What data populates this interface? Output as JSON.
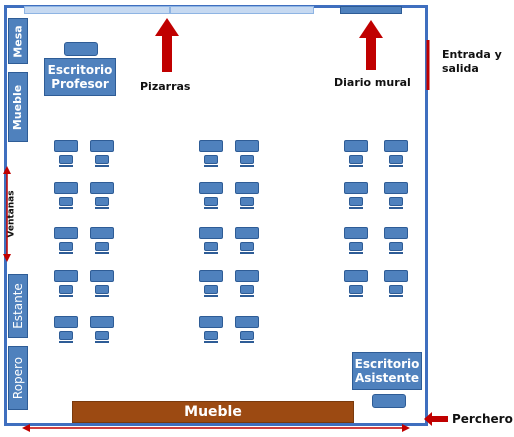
{
  "colors": {
    "wall": "#3f6fbf",
    "furniture": "#4f81bd",
    "furniture_border": "#2e5c96",
    "board": "#c6d9f1",
    "mueble_bottom": "#9c4a12",
    "arrow": "#c00000"
  },
  "labels": {
    "mesa": "Mesa",
    "mueble_left": "Mueble",
    "ventanas": "Ventanas",
    "estante": "Estante",
    "ropero": "Ropero",
    "escritorio_profesor": "Escritorio Profesor",
    "pizarras": "Pizarras",
    "diario_mural": "Diario mural",
    "entrada_salida": "Entrada y salida",
    "escritorio_asistente": "Escritorio Asistente",
    "mueble_bottom": "Mueble",
    "perchero": "Perchero"
  },
  "layout": {
    "desk_columns": [
      {
        "rows": 5
      },
      {
        "rows": 5
      },
      {
        "rows": 5
      },
      {
        "rows": 5
      },
      {
        "rows": 4
      },
      {
        "rows": 4
      }
    ]
  }
}
